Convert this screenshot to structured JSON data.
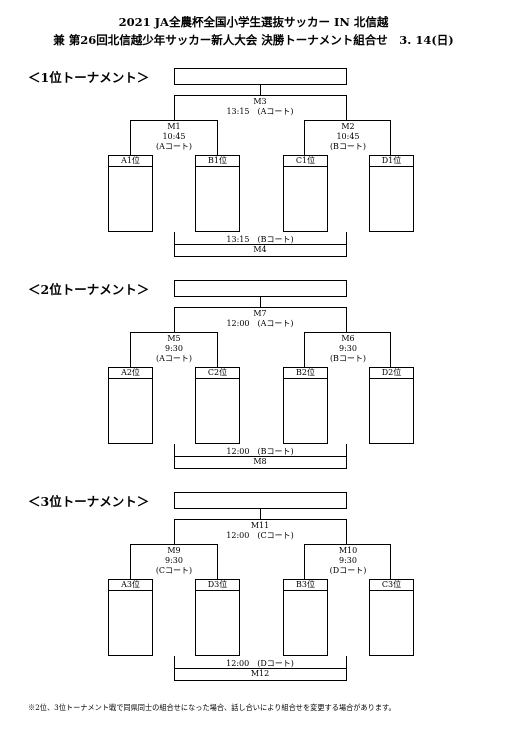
{
  "header": {
    "line1": "2021 JA全農杯全国小学生選抜サッカー IN 北信越",
    "line2": "兼 第26回北信越少年サッカー新人大会 決勝トーナメント組合せ　3. 14(日)"
  },
  "tournaments": [
    {
      "heading": "＜1位トーナメント＞",
      "final": {
        "id": "M3",
        "time": "13:15",
        "court": "(Aコート)"
      },
      "semis": [
        {
          "id": "M1",
          "time": "10:45",
          "court": "(Aコート)"
        },
        {
          "id": "M2",
          "time": "10:45",
          "court": "(Bコート)"
        }
      ],
      "teams": [
        "A1位",
        "B1位",
        "C1位",
        "D1位"
      ],
      "third": {
        "id": "M4",
        "time": "13:15",
        "court": "(Bコート)"
      }
    },
    {
      "heading": "＜2位トーナメント＞",
      "final": {
        "id": "M7",
        "time": "12:00",
        "court": "(Aコート)"
      },
      "semis": [
        {
          "id": "M5",
          "time": "9:30",
          "court": "(Aコート)"
        },
        {
          "id": "M6",
          "time": "9:30",
          "court": "(Bコート)"
        }
      ],
      "teams": [
        "A2位",
        "C2位",
        "B2位",
        "D2位"
      ],
      "third": {
        "id": "M8",
        "time": "12:00",
        "court": "(Bコート)"
      }
    },
    {
      "heading": "＜3位トーナメント＞",
      "final": {
        "id": "M11",
        "time": "12:00",
        "court": "(Cコート)"
      },
      "semis": [
        {
          "id": "M9",
          "time": "9:30",
          "court": "(Cコート)"
        },
        {
          "id": "M10",
          "time": "9:30",
          "court": "(Dコート)"
        }
      ],
      "teams": [
        "A3位",
        "D3位",
        "B3位",
        "C3位"
      ],
      "third": {
        "id": "M12",
        "time": "12:00",
        "court": "(Dコート)"
      }
    }
  ],
  "footnote": "※2位、3位トーナメント戦で同県同士の組合せになった場合、話し合いにより組合せを変更する場合があります。"
}
